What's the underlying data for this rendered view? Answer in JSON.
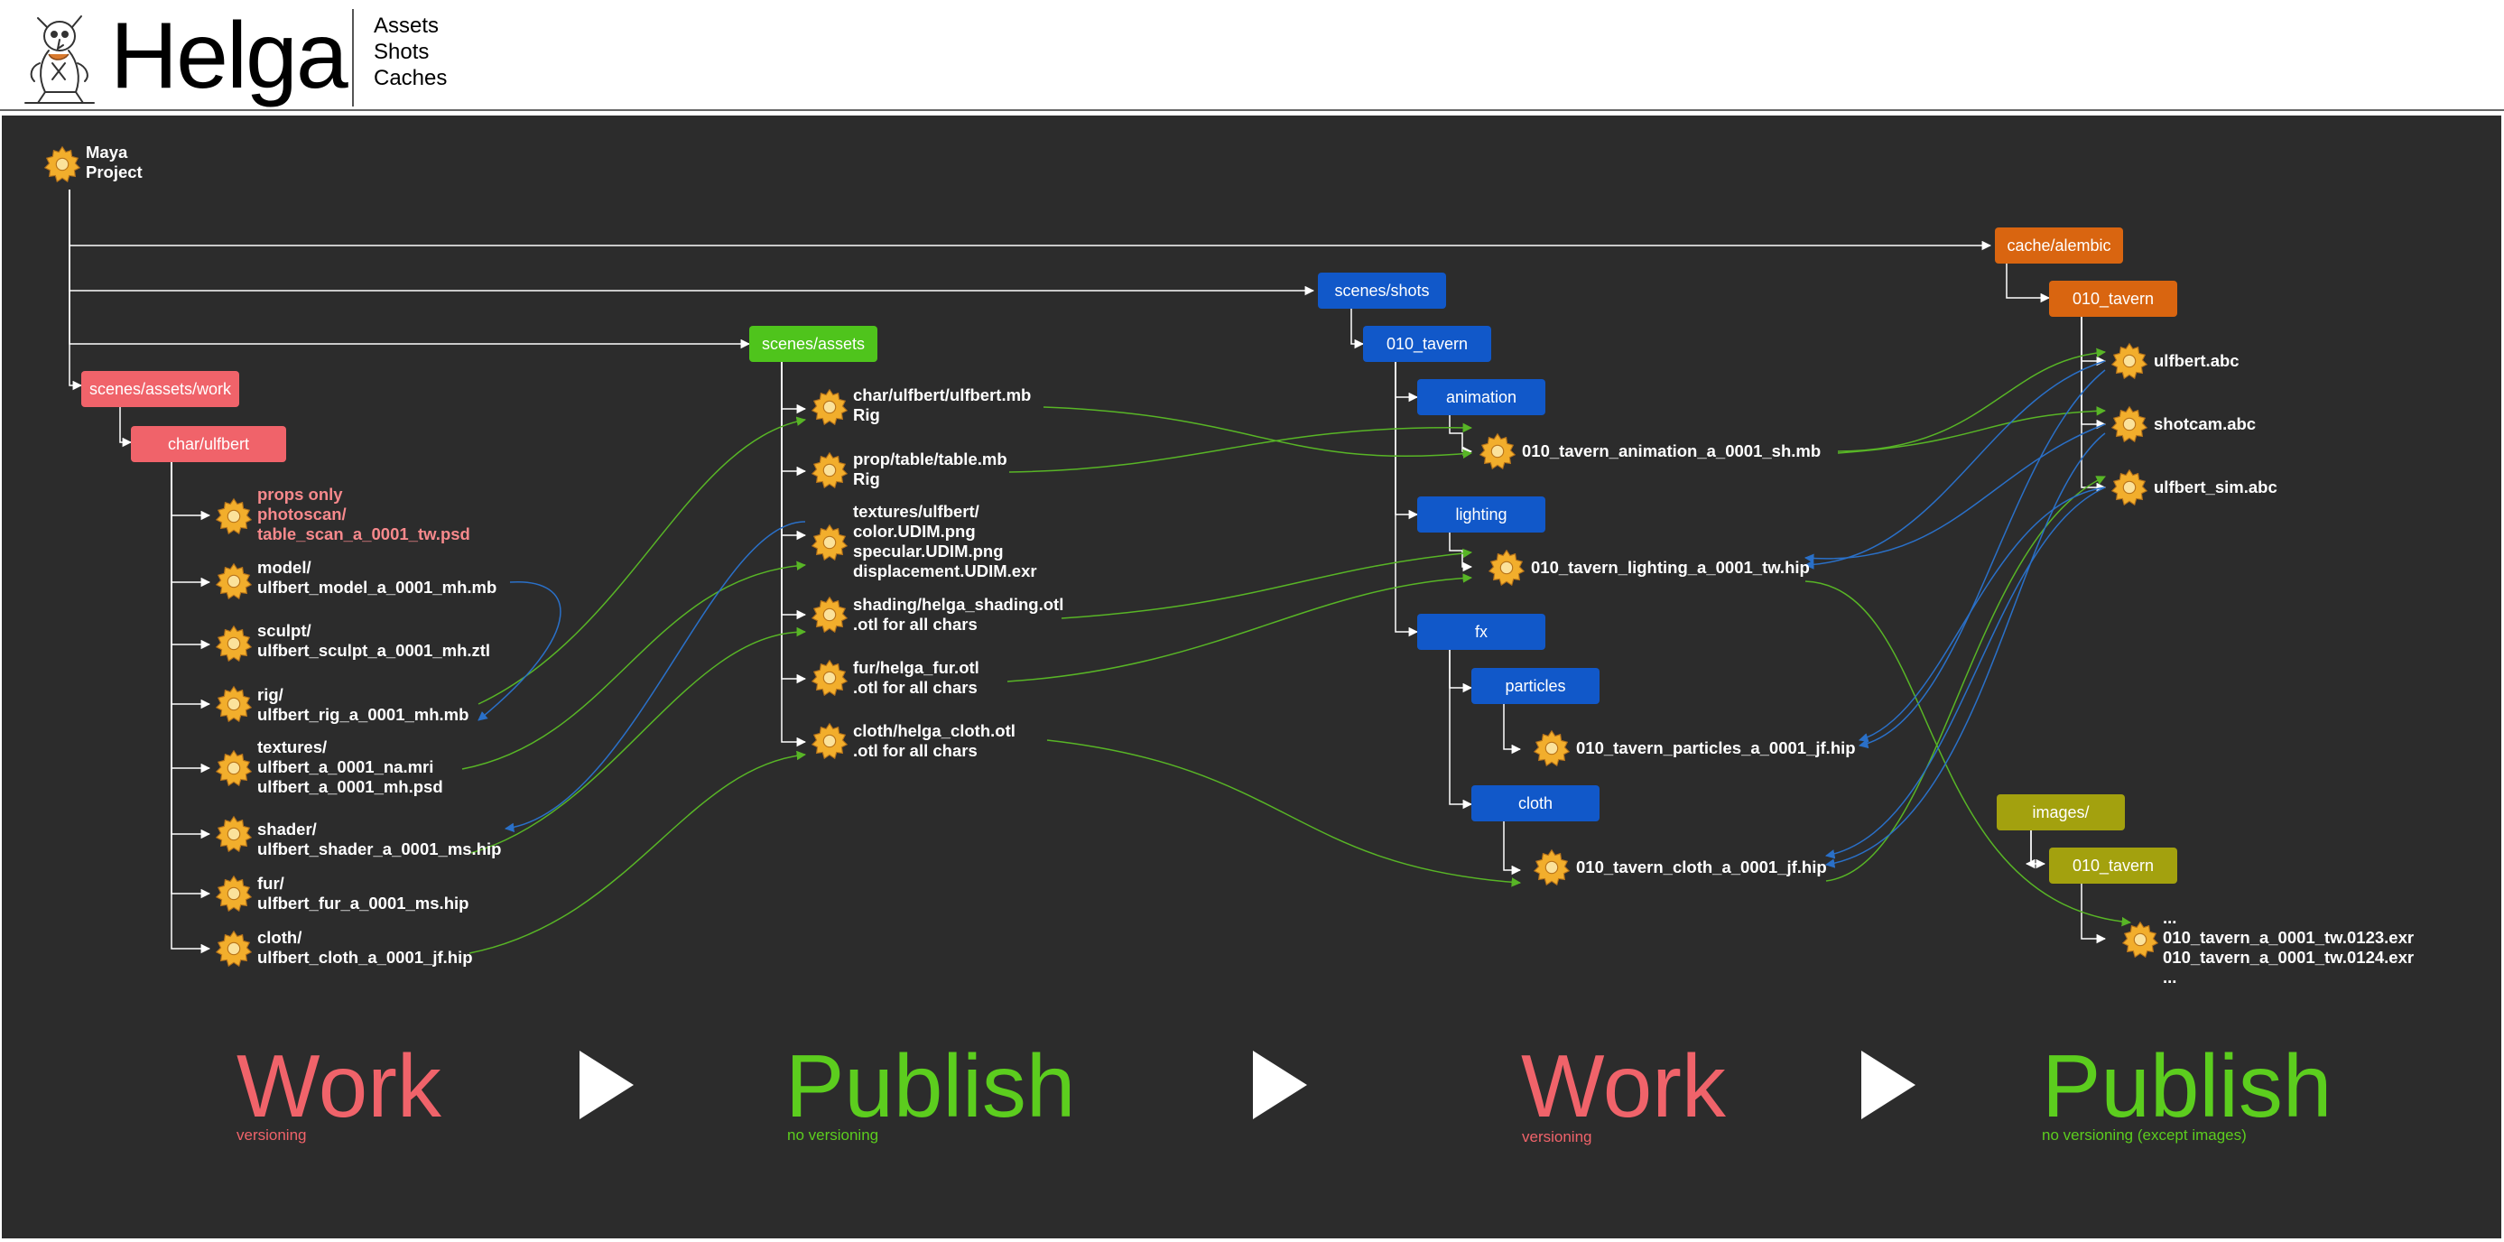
{
  "header": {
    "title": "Helga",
    "nav": [
      "Assets",
      "Shots",
      "Caches"
    ]
  },
  "nodes": {
    "maya_project": "Maya\nProject",
    "scenes_assets_work": "scenes/assets/work",
    "char_ulfbert": "char/ulfbert",
    "scenes_assets": "scenes/assets",
    "scenes_shots": "scenes/shots",
    "tavern_shots": "010_tavern",
    "animation": "animation",
    "lighting": "lighting",
    "fx": "fx",
    "particles": "particles",
    "cloth": "cloth",
    "cache_alembic": "cache/alembic",
    "tavern_cache": "010_tavern",
    "images": "images/",
    "tavern_images": "010_tavern"
  },
  "work_files": [
    "props only\nphotoscan/\ntable_scan_a_0001_tw.psd",
    "model/\nulfbert_model_a_0001_mh.mb",
    "sculpt/\nulfbert_sculpt_a_0001_mh.ztl",
    "rig/\nulfbert_rig_a_0001_mh.mb",
    "textures/\nulfbert_a_0001_na.mri\nulfbert_a_0001_mh.psd",
    "shader/\nulfbert_shader_a_0001_ms.hip",
    "fur/\nulfbert_fur_a_0001_ms.hip",
    "cloth/\nulfbert_cloth_a_0001_jf.hip"
  ],
  "publish_files": [
    "char/ulfbert/ulfbert.mb\nRig",
    "prop/table/table.mb\nRig",
    "textures/ulfbert/\ncolor.UDIM.png\nspecular.UDIM.png\ndisplacement.UDIM.exr",
    "shading/helga_shading.otl\n.otl for all chars",
    "fur/helga_fur.otl\n.otl for all chars",
    "cloth/helga_cloth.otl\n.otl for all chars"
  ],
  "shot_files": {
    "animation": "010_tavern_animation_a_0001_sh.mb",
    "lighting": "010_tavern_lighting_a_0001_tw.hip",
    "particles": "010_tavern_particles_a_0001_jf.hip",
    "cloth": "010_tavern_cloth_a_0001_jf.hip"
  },
  "cache_files": [
    "ulfbert.abc",
    "shotcam.abc",
    "ulfbert_sim.abc"
  ],
  "image_files": "...\n010_tavern_a_0001_tw.0123.exr\n010_tavern_a_0001_tw.0124.exr\n...",
  "stages": [
    {
      "title": "Work",
      "subtitle": "versioning"
    },
    {
      "title": "Publish",
      "subtitle": "no versioning"
    },
    {
      "title": "Work",
      "subtitle": "versioning"
    },
    {
      "title": "Publish",
      "subtitle": "no versioning (except images)"
    }
  ],
  "colors": {
    "work": "#f0636a",
    "publish": "#5ccd1e",
    "shots": "#1158c9",
    "cache": "#d96510",
    "images": "#a3a10e",
    "wire_green": "#58b526",
    "wire_blue": "#2a70c8",
    "tree_lines": "#ffffff"
  }
}
